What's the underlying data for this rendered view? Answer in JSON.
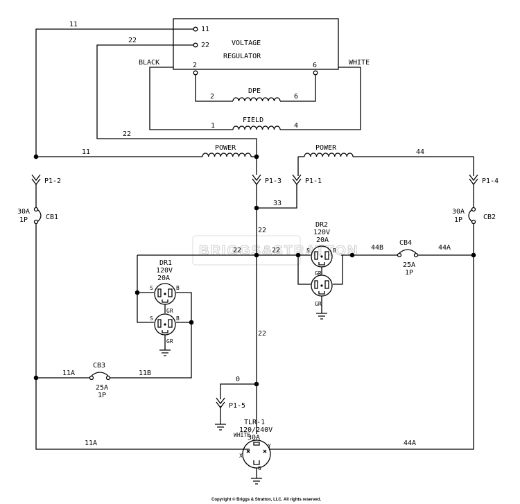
{
  "regulator": {
    "line1": "VOLTAGE",
    "line2": "REGULATOR",
    "term_11": "11",
    "term_22": "22",
    "term_2": "2",
    "term_6": "6"
  },
  "wires": {
    "w11_top": "11",
    "w22_top": "22",
    "black": "BLACK",
    "white": "WHITE",
    "w22_left": "22",
    "w11_mid": "11",
    "w44_mid": "44",
    "w33": "33",
    "w22_center": "22",
    "w22_dr1": "22",
    "w22_dr2": "22",
    "w44b": "44B",
    "w44a_right": "44A",
    "w22_lower": "22",
    "w11a_left": "11A",
    "w11b": "11B",
    "w0": "0",
    "w11a_bottom": "11A",
    "w44a_bottom": "44A"
  },
  "coils": {
    "dpe": "DPE",
    "dpe_l": "2",
    "dpe_r": "6",
    "field": "FIELD",
    "field_l": "1",
    "field_r": "4",
    "power_left": "POWER",
    "power_right": "POWER"
  },
  "connectors": {
    "p1_2": "P1-2",
    "p1_3": "P1-3",
    "p1_1": "P1-1",
    "p1_4": "P1-4",
    "p1_5": "P1-5"
  },
  "breakers": {
    "cb1": {
      "name": "CB1",
      "rating": "30A",
      "poles": "1P"
    },
    "cb2": {
      "name": "CB2",
      "rating": "30A",
      "poles": "1P"
    },
    "cb3": {
      "name": "CB3",
      "rating": "25A",
      "poles": "1P"
    },
    "cb4": {
      "name": "CB4",
      "rating": "25A",
      "poles": "1P"
    }
  },
  "receptacles": {
    "dr1": {
      "name": "DR1",
      "voltage": "120V",
      "amps": "20A"
    },
    "dr2": {
      "name": "DR2",
      "voltage": "120V",
      "amps": "20A"
    },
    "s": "S",
    "b": "B",
    "gr": "GR"
  },
  "tlr": {
    "name": "TLR-1",
    "voltage": "120/240V",
    "amps": "30A",
    "white": "WHITE",
    "x": "X",
    "y": "Y",
    "g": "G"
  },
  "watermark": "BRIGGS&STRATTON",
  "copyright": "Copyright © Briggs & Stratton, LLC. All rights reserved."
}
